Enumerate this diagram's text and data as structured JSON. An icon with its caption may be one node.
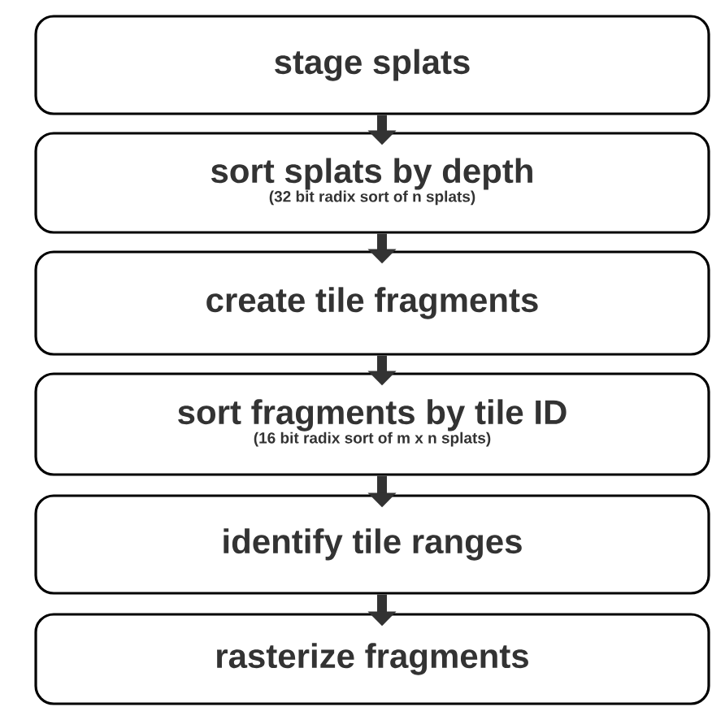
{
  "diagram": {
    "nodes": [
      {
        "text": [
          "stage splats"
        ]
      },
      {
        "text": [
          "sort splats by depth",
          "(32 bit radix sort of n splats)"
        ]
      },
      {
        "text": [
          "create tile fragments"
        ]
      },
      {
        "text": [
          "sort fragments by tile ID",
          "(16 bit radix sort of m x n splats)"
        ]
      },
      {
        "text": [
          "identify tile ranges"
        ]
      },
      {
        "text": [
          "rasterize fragments"
        ]
      }
    ],
    "edges": [
      {
        "from": 0,
        "to": 1,
        "arrow": "to"
      },
      {
        "from": 1,
        "to": 2,
        "arrow": "to"
      },
      {
        "from": 2,
        "to": 3,
        "arrow": "to"
      },
      {
        "from": 3,
        "to": 4,
        "arrow": "to"
      },
      {
        "from": 4,
        "to": 5,
        "arrow": "to"
      }
    ]
  }
}
